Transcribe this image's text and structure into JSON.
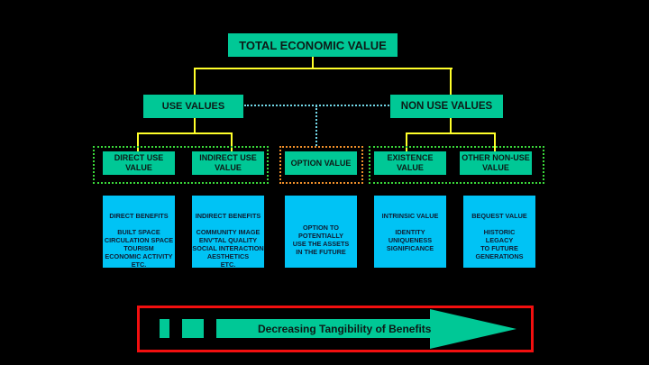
{
  "diagram": {
    "root": {
      "label": "TOTAL ECONOMIC VALUE"
    },
    "categories": {
      "use": {
        "label": "USE VALUES"
      },
      "non_use": {
        "label": "NON USE VALUES"
      }
    },
    "values": [
      {
        "label": "DIRECT USE\nVALUE",
        "group": "use"
      },
      {
        "label": "INDIRECT USE\nVALUE",
        "group": "use"
      },
      {
        "label": "OPTION VALUE",
        "group": "option"
      },
      {
        "label": "EXISTENCE\nVALUE",
        "group": "non_use"
      },
      {
        "label": "OTHER NON-USE\nVALUE",
        "group": "non_use"
      }
    ],
    "descriptions": [
      {
        "text": "DIRECT BENEFITS\n\nBUILT SPACE\nCIRCULATION SPACE\nTOURISM\nECONOMIC ACTIVITY\nETC."
      },
      {
        "text": "INDIRECT BENEFITS\n\nCOMMUNITY IMAGE\nENV'TAL QUALITY\nSOCIAL INTERACTION\nAESTHETICS\nETC."
      },
      {
        "text": "OPTION TO\nPOTENTIALLY\nUSE THE ASSETS\nIN THE FUTURE"
      },
      {
        "text": "INTRINSIC VALUE\n\nIDENTITY\nUNIQUENESS\nSIGNIFICANCE"
      },
      {
        "text": "BEQUEST VALUE\n\nHISTORIC\nLEGACY\nTO FUTURE\nGENERATIONS"
      }
    ],
    "scale_arrow": {
      "label": "Decreasing Tangibility of Benefits"
    },
    "colors": {
      "node": "#00c896",
      "card": "#00c3f5",
      "connector": "#ffff2a",
      "dotted_link": "#72d8e8",
      "group_border_use": "#3ad83a",
      "group_border_option": "#f0902a",
      "frame": "#f20f0f"
    }
  }
}
